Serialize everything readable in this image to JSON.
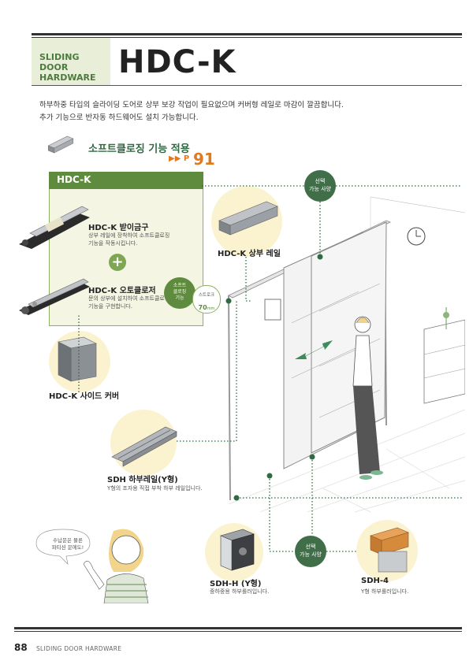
{
  "header": {
    "category": "SLIDING DOOR HARDWARE",
    "title": "HDC-K"
  },
  "intro": {
    "line1": "하부하중 타입의  슬라이딩  도어로 상부 보강 작업이 필요없으며 커버형 레일로 마감이 깔끔합니다.",
    "line2": "추가 기능으로 반자동 하드웨어도 설치 가능합니다."
  },
  "soft_close": {
    "title": "소프트클로징 기능 적용",
    "page_ref_prefix": "▶▶ P",
    "page_ref_number": "91"
  },
  "panel": {
    "title": "HDC-K",
    "item1_name": "HDC-K 받이금구",
    "item1_desc_l1": "상부 레일에 장착하여 소프트클로징",
    "item1_desc_l2": "기능을 작동시킵니다.",
    "plus": "+",
    "item2_name": "HDC-K 오토클로저",
    "item2_desc_l1": "문의 상부에 설치하여 소프트클로징",
    "item2_desc_l2": "기능을 구현합니다.",
    "badge_l1": "소프트",
    "badge_l2": "클로징",
    "badge_l3": "기능",
    "stroke_label": "스트로크",
    "stroke_value": "70",
    "stroke_unit": "mm"
  },
  "parts": {
    "top_rail": "HDC-K 상부 레일",
    "side_cover": "HDC-K 사이드 커버",
    "bottom_rail_name": "SDH 하부레일(Y형)",
    "bottom_rail_desc": "Y형의 조자용 직접 부착 하부 레일입니다.",
    "sdh_h_name": "SDH-H (Y형)",
    "sdh_h_desc": "중하중용 하부롤러입니다.",
    "sdh_4_name": "SDH-4",
    "sdh_4_desc": "Y형 하부롤러입니다."
  },
  "options": {
    "top_l1": "선택",
    "top_l2": "가능 사양",
    "bottom_l1": "선택",
    "bottom_l2": "가능 사양"
  },
  "bubble": {
    "line1": "수납문은 물론",
    "line2": "파티션 문에도!"
  },
  "footer": {
    "page_number": "88",
    "section": "SLIDING DOOR HARDWARE"
  },
  "colors": {
    "green_dark": "#2f6a42",
    "green": "#5e8b3e",
    "orange": "#e07a1f",
    "yellow_bg": "#fbf3cf"
  }
}
